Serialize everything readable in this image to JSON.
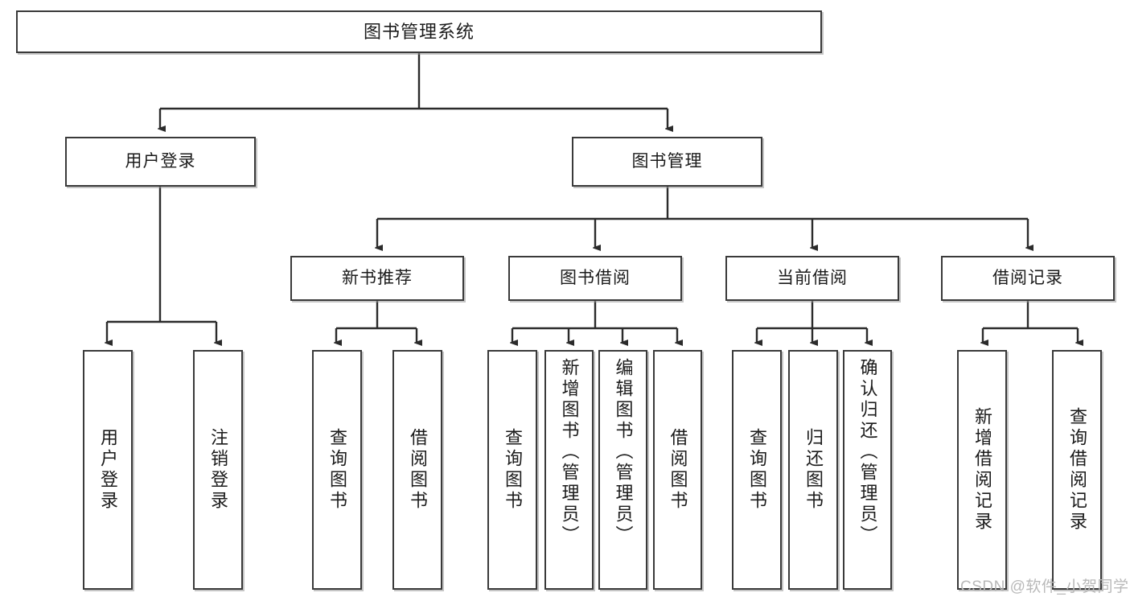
{
  "diagram": {
    "type": "tree",
    "title": "图书管理系统",
    "orientation": "top-down",
    "colors": {
      "box_border": "#3a3a3a",
      "box_fill": "#ffffff",
      "edge": "#2b2b2b",
      "text": "#1b1b1b",
      "watermark": "#b9b9b9"
    },
    "nodes": {
      "root": {
        "label": "图书管理系统"
      },
      "level2": [
        {
          "label": "用户登录"
        },
        {
          "label": "图书管理"
        }
      ],
      "level3": [
        {
          "label": "新书推荐"
        },
        {
          "label": "图书借阅"
        },
        {
          "label": "当前借阅"
        },
        {
          "label": "借阅记录"
        }
      ],
      "leaves": {
        "user_login": [
          {
            "label": "用户登录"
          },
          {
            "label": "注销登录"
          }
        ],
        "new_book_recommend": [
          {
            "label": "查询图书"
          },
          {
            "label": "借阅图书"
          }
        ],
        "book_borrow": [
          {
            "label": "查询图书"
          },
          {
            "label": "新增图书（管理员）"
          },
          {
            "label": "编辑图书（管理员）"
          },
          {
            "label": "借阅图书"
          }
        ],
        "current_borrow": [
          {
            "label": "查询图书"
          },
          {
            "label": "归还图书"
          },
          {
            "label": "确认归还（管理员）"
          }
        ],
        "borrow_record": [
          {
            "label": "新增借阅记录"
          },
          {
            "label": "查询借阅记录"
          }
        ]
      }
    }
  },
  "watermark": {
    "text": "CSDN @软件_小贺同学"
  }
}
